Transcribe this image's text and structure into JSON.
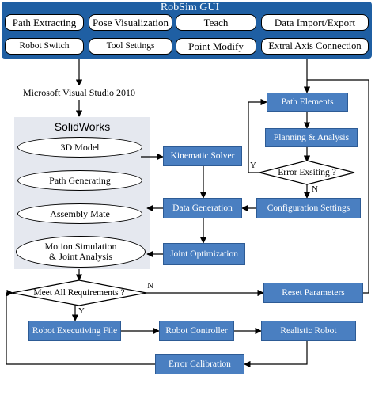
{
  "gui": {
    "title": "RobSim GUI",
    "row1": [
      "Path Extracting",
      "Pose Visualization",
      "Teach",
      "Data Import/Export"
    ],
    "row2": [
      "Robot Switch",
      "Tool Settings",
      "Point Modify",
      "Extral Axis Connection"
    ]
  },
  "msvs": "Microsoft Visual Studio 2010",
  "solidworks": {
    "title": "SolidWorks",
    "items": [
      "3D Model",
      "Path Generating",
      "Assembly Mate",
      "Motion Simulation",
      "& Joint Analysis"
    ]
  },
  "blocks": {
    "kinematic_solver": "Kinematic Solver",
    "data_generation": "Data Generation",
    "joint_optimization": "Joint Optimization",
    "path_elements": "Path Elements",
    "planning_analysis": "Planning & Analysis",
    "configuration_settings": "Configuration Settings",
    "reset_parameters": "Reset Parameters",
    "robot_executing_file": "Robot Executiving File",
    "robot_controller": "Robot Controller",
    "realistic_robot": "Realistic Robot",
    "error_calibration": "Error Calibration"
  },
  "decisions": {
    "error_exsiting": "Error Exsiting ?",
    "meet_requirements": "Meet All Requirements ?"
  },
  "branch_labels": {
    "yes": "Y",
    "no": "N"
  },
  "colors": {
    "block_fill": "#4a7fc1",
    "gui_frame": "#1f5fa3",
    "solidworks_bg": "#e5e8ef"
  }
}
